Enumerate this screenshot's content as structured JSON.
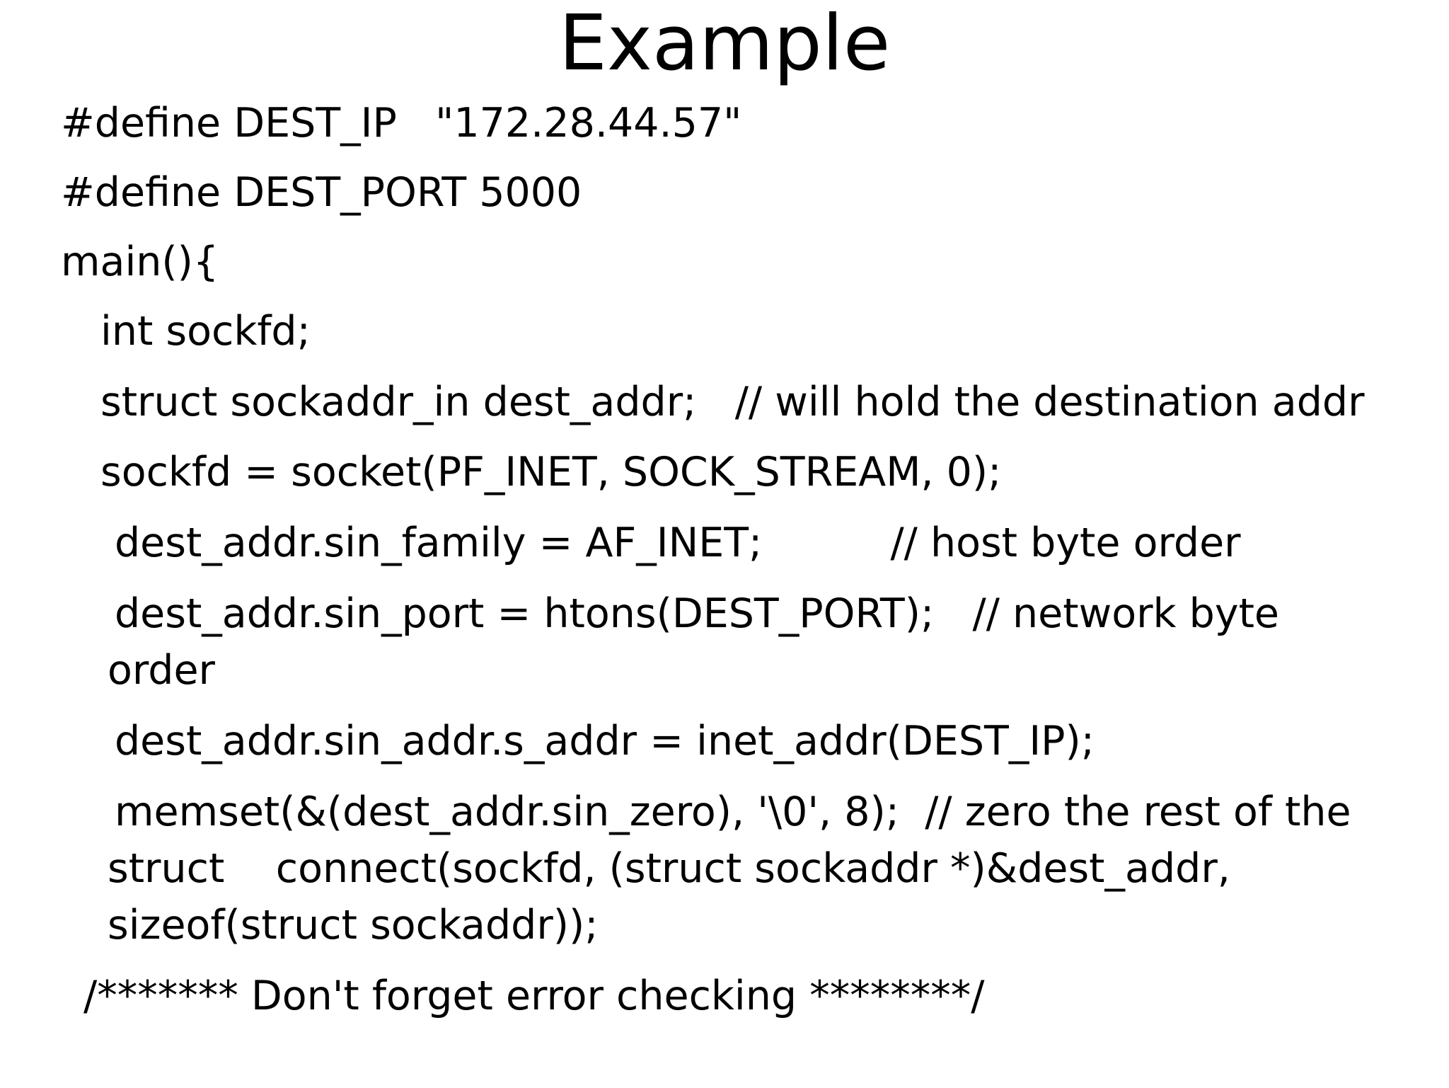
{
  "slide": {
    "title": "Example",
    "code_lines": [
      "#define DEST_IP   \"172.28.44.57\"",
      "#define DEST_PORT 5000",
      "main(){",
      "int sockfd;",
      "struct sockaddr_in dest_addr;   // will hold the destination addr",
      "sockfd = socket(PF_INET, SOCK_STREAM, 0);",
      "dest_addr.sin_family = AF_INET;          // host byte order",
      "dest_addr.sin_port = htons(DEST_PORT);   // network byte",
      "order",
      "dest_addr.sin_addr.s_addr = inet_addr(DEST_IP);",
      "memset(&(dest_addr.sin_zero), '\\0', 8);  // zero the rest of the",
      "struct    connect(sockfd, (struct sockaddr *)&dest_addr,",
      "sizeof(struct sockaddr));",
      "/******* Don't forget error checking ********/"
    ]
  }
}
